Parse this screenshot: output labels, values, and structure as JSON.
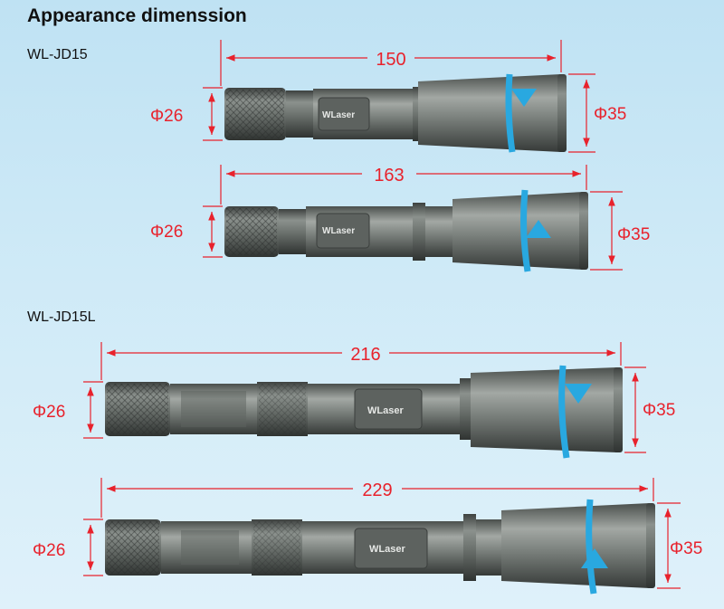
{
  "page": {
    "title": "Appearance dimenssion"
  },
  "models": [
    {
      "name": "WL-JD15"
    },
    {
      "name": "WL-JD15L"
    }
  ],
  "views": [
    {
      "model": "WL-JD15",
      "length": "150",
      "dia_small": "Φ26",
      "dia_large": "Φ35",
      "brand": "WLaser",
      "arrow": "down"
    },
    {
      "model": "WL-JD15",
      "length": "163",
      "dia_small": "Φ26",
      "dia_large": "Φ35",
      "brand": "WLaser",
      "arrow": "up"
    },
    {
      "model": "WL-JD15L",
      "length": "216",
      "dia_small": "Φ26",
      "dia_large": "Φ35",
      "brand": "WLaser",
      "arrow": "down"
    },
    {
      "model": "WL-JD15L",
      "length": "229",
      "dia_small": "Φ26",
      "dia_large": "Φ35",
      "brand": "WLaser",
      "arrow": "up"
    }
  ],
  "colors": {
    "dimension": "#e8222c",
    "rotation_arrow": "#29a8e0",
    "body": "#5a5f5c",
    "background": "#cfeaf7"
  }
}
